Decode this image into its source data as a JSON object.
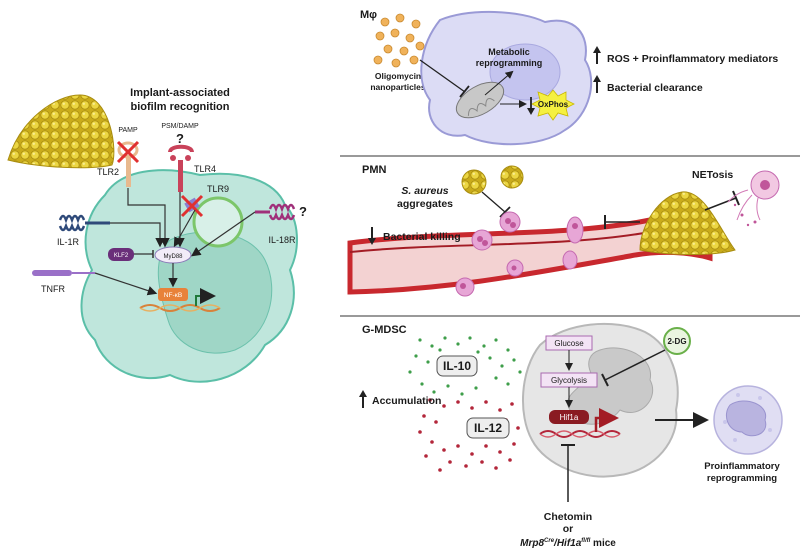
{
  "left": {
    "title_line1": "Implant-associated",
    "title_line2": "biofilm recognition",
    "psm_damp": "PSM/DAMP",
    "question1": "?",
    "pamp": "PAMP",
    "tlr2": "TLR2",
    "tlr4": "TLR4",
    "tlr9": "TLR9",
    "il1r": "IL-1R",
    "il18r": "IL-18R",
    "question2": "?",
    "klf2": "KLF2",
    "myd88": "MyD88",
    "tnfr": "TNFR",
    "nfkb": "NF-κB"
  },
  "mphi": {
    "label": "Mφ",
    "oligo_line1": "Oligomycin",
    "oligo_line2": "nanoparticles",
    "metab_line1": "Metabolic",
    "metab_line2": "reprogramming",
    "oxphos": "OxPhos",
    "ros": "ROS + Proinflammatory mediators",
    "clearance": "Bacterial clearance"
  },
  "pmn": {
    "label": "PMN",
    "aggr_line1": "S. aureus",
    "aggr_line2": "aggregates",
    "netosis": "NETosis",
    "killing": "Bacterial killing"
  },
  "gmdsc": {
    "label": "G-MDSC",
    "il10": "IL-10",
    "il12": "IL-12",
    "accumulation": "Accumulation",
    "glucose": "Glucose",
    "glycolysis": "Glycolysis",
    "hif1a": "Hif1a",
    "twodg": "2-DG",
    "chetomin": "Chetomin",
    "or": "or",
    "mice_main": "Mrp8",
    "mice_sup1": "Cre",
    "mice_mid": "/Hif1a",
    "mice_sup2": "fl/fl",
    "mice_end": " mice",
    "proinf_line1": "Proinflammatory",
    "proinf_line2": "reprogramming"
  },
  "colors": {
    "cell_fill": "#bfe6dc",
    "cell_stroke": "#5bbfa8",
    "nucleus": "#9fd6c6",
    "mphi_cell": "#dcdcf5",
    "mphi_stroke": "#9a9ad6",
    "vessel": "#c8282e",
    "neutrophil": "#e7a6d6",
    "bacteria": "#e8cf35",
    "gmdsc_cell": "#e6e6e6",
    "il10_dots": "#3e9e4a",
    "il12_dots": "#b3263a",
    "hif1a": "#8a1b22",
    "nfkb": "#e8823a"
  }
}
